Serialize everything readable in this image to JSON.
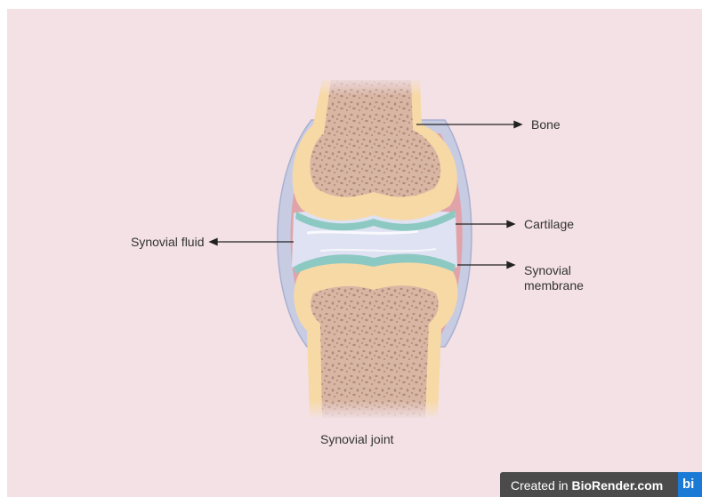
{
  "labels": {
    "bone": "Bone",
    "cartilage": "Cartilage",
    "synovial_fluid": "Synovial fluid",
    "synovial_membrane_line1": "Synovial",
    "synovial_membrane_line2": "membrane"
  },
  "caption": "Synovial joint",
  "watermark": {
    "prefix": "Created in ",
    "brand": "BioRender.com",
    "logo": "bi"
  },
  "colors": {
    "background": "#f3e1e6",
    "bone_marrow": "#d8b6a4",
    "bone_pores": "#b38a78",
    "bone_cortex": "#f7d9a6",
    "cartilage": "#8dc9c3",
    "synovial_fluid": "#dfe2f2",
    "synovial_membrane": "#e1a3aa",
    "capsule": "#c7cce3",
    "arrow": "#222222"
  }
}
